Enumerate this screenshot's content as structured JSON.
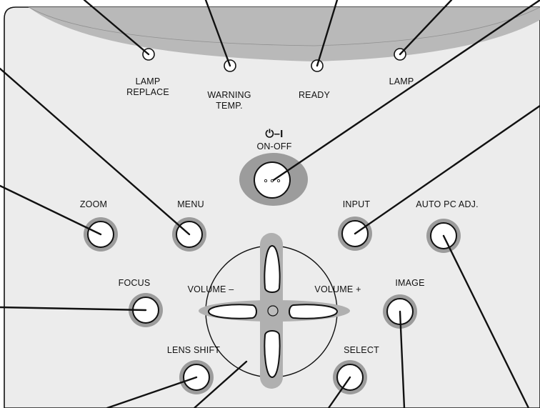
{
  "panel": {
    "colors": {
      "panel_face": "#ececec",
      "arc_band": "#b9b9b9",
      "button_ring": "#9c9c9c",
      "button_face": "#ffffff",
      "outline": "#111111"
    }
  },
  "indicators": {
    "lamp_replace": "LAMP\nREPLACE",
    "warning_temp": "WARNING\nTEMP.",
    "ready": "READY",
    "lamp": "LAMP"
  },
  "power": {
    "symbol": "⏻–I",
    "label": "ON-OFF"
  },
  "buttons": {
    "zoom": "ZOOM",
    "menu": "MENU",
    "input": "INPUT",
    "auto_pc_adj": "AUTO PC ADJ.",
    "focus": "FOCUS",
    "volume_minus": "VOLUME –",
    "volume_plus": "VOLUME +",
    "image": "IMAGE",
    "lens_shift": "LENS SHIFT",
    "select": "SELECT"
  }
}
